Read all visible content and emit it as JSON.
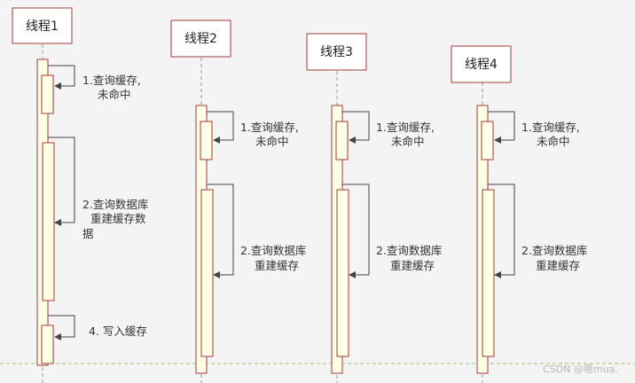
{
  "threads": [
    {
      "name": "线程1",
      "steps": [
        {
          "lines": [
            "1.查询缓存,",
            "未命中"
          ]
        },
        {
          "lines": [
            "2.查询数据库",
            "重建缓存数",
            "据"
          ]
        },
        {
          "lines": [
            "4.  写入缓存"
          ]
        }
      ]
    },
    {
      "name": "线程2",
      "steps": [
        {
          "lines": [
            "1.查询缓存,",
            "未命中"
          ]
        },
        {
          "lines": [
            "2.查询数据库",
            "重建缓存"
          ]
        }
      ]
    },
    {
      "name": "线程3",
      "steps": [
        {
          "lines": [
            "1.查询缓存,",
            "未命中"
          ]
        },
        {
          "lines": [
            "2.查询数据库",
            "重建缓存"
          ]
        }
      ]
    },
    {
      "name": "线程4",
      "steps": [
        {
          "lines": [
            "1.查询缓存,",
            "未命中"
          ]
        },
        {
          "lines": [
            "2.查询数据库",
            "重建缓存"
          ]
        }
      ]
    }
  ],
  "watermark": "CSDN @嗯mua.",
  "colors": {
    "background": "#f4f4f4",
    "box_border": "#a33a3a",
    "box_fill": "#ffffff",
    "activation_fill": "#ffffe6",
    "lifeline": "#9a9a9a",
    "arrow": "#444444",
    "dashed_line": "#9dc47e"
  }
}
